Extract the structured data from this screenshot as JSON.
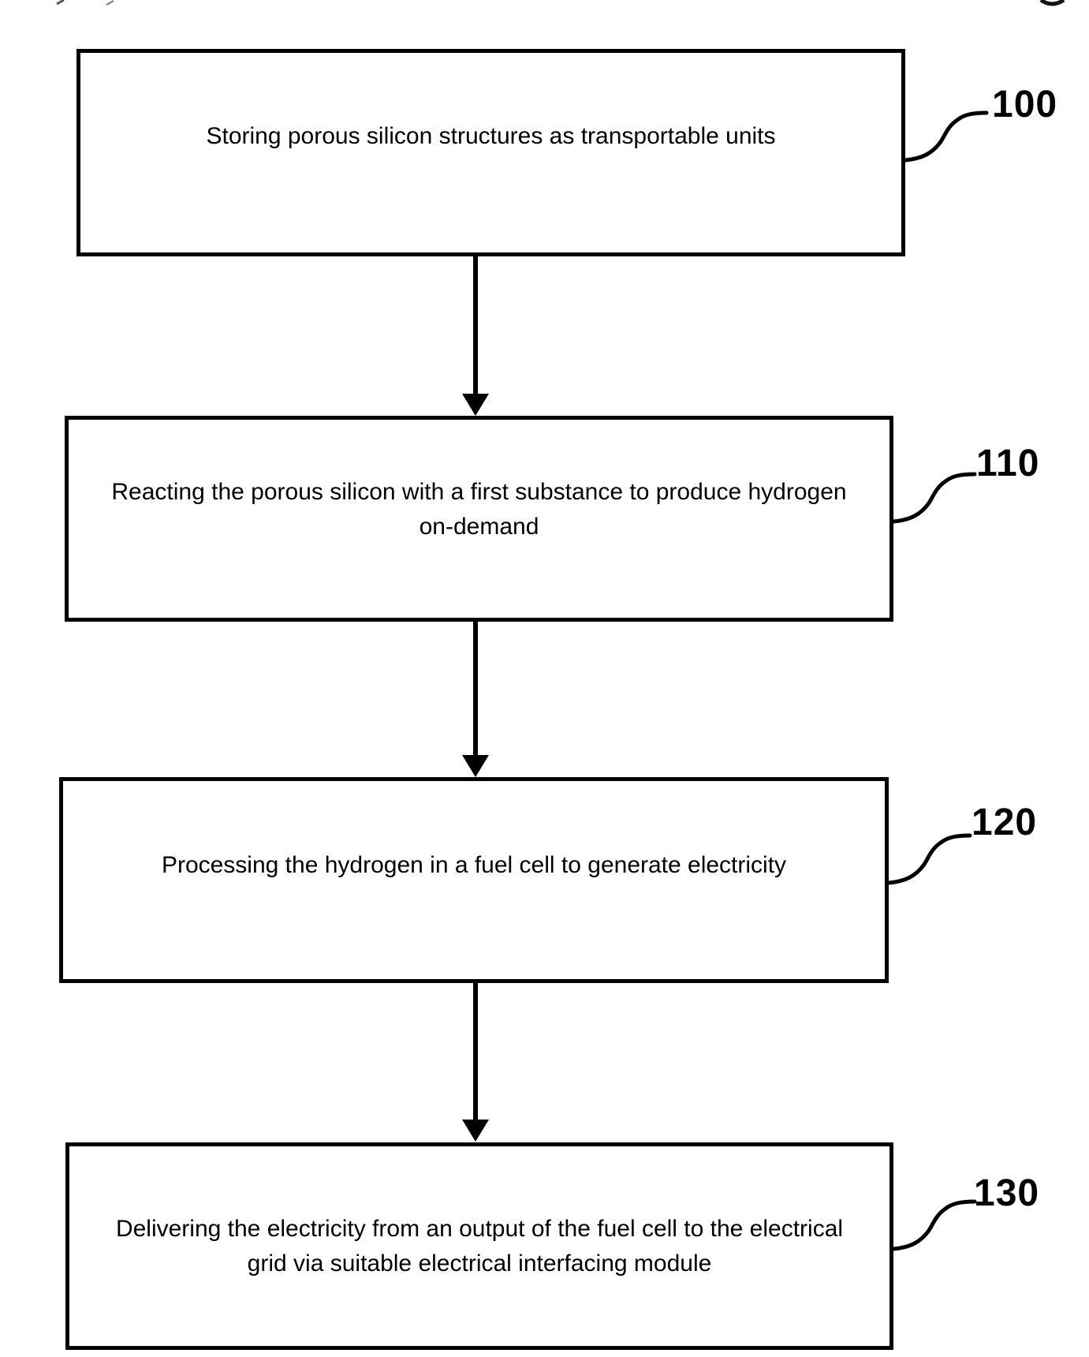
{
  "figure": {
    "type": "flowchart",
    "background_color": "#ffffff",
    "line_color": "#000000",
    "steps": [
      {
        "ref": "100",
        "text": "Storing porous silicon structures as transportable units"
      },
      {
        "ref": "110",
        "text": "Reacting the porous silicon with a first substance to produce hydrogen on-demand"
      },
      {
        "ref": "120",
        "text": "Processing the hydrogen in a fuel cell to generate electricity"
      },
      {
        "ref": "130",
        "text": "Delivering the electricity from an output of the fuel cell to the electrical grid via suitable electrical interfacing module"
      }
    ]
  }
}
